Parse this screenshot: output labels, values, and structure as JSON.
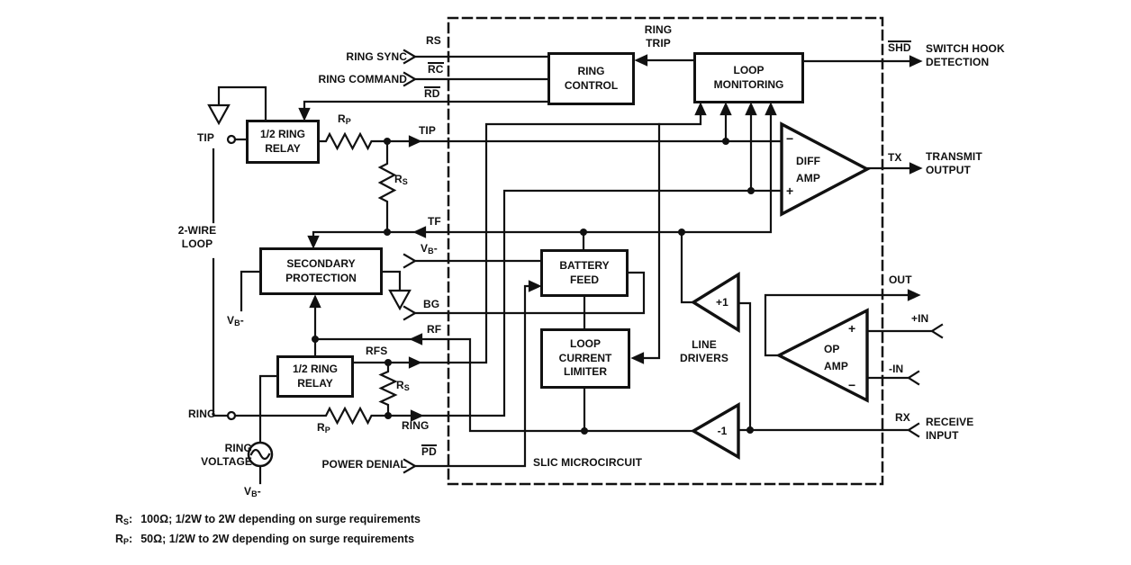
{
  "blocks": {
    "ring_control": "RING\nCONTROL",
    "loop_monitoring": "LOOP\nMONITORING",
    "ring_relay_top": "1/2 RING\nRELAY",
    "secondary_protection": "SECONDARY\nPROTECTION",
    "ring_relay_bottom": "1/2 RING\nRELAY",
    "battery_feed": "BATTERY\nFEED",
    "loop_current_limiter": "LOOP\nCURRENT\nLIMITER",
    "line_drivers": "LINE\nDRIVERS",
    "slic_label": "SLIC MICROCIRCUIT"
  },
  "amps": {
    "diff_amp": "DIFF\nAMP",
    "op_amp": "OP\nAMP",
    "plus_one": "+1",
    "minus_one": "-1",
    "plus": "+",
    "minus": "−"
  },
  "terminals": {
    "ring_sync": "RING SYNC",
    "ring_command": "RING COMMAND",
    "ring_trip": "RING\nTRIP",
    "switch_hook_detection": "SWITCH HOOK\nDETECTION",
    "transmit_output": "TRANSMIT\nOUTPUT",
    "receive_input": "RECEIVE\nINPUT",
    "power_denial": "POWER DENIAL",
    "ring_voltage": "RING\nVOLTAGE",
    "two_wire_loop": "2-WIRE\nLOOP",
    "tip": "TIP",
    "ring": "RING"
  },
  "pins": {
    "rs": "RS",
    "rc": "RC",
    "rd": "RD",
    "shd": "SHD",
    "tx": "TX",
    "tip": "TIP",
    "tf": "TF",
    "bg": "BG",
    "rf": "RF",
    "rfs": "RFS",
    "ring": "RING",
    "pd": "PD",
    "out": "OUT",
    "plus_in": "+IN",
    "minus_in": "-IN",
    "rx": "RX"
  },
  "sym": {
    "r": "R",
    "s": "S",
    "p": "P",
    "v": "V",
    "b": "B",
    "minus": "-",
    "colon": ":"
  },
  "notes": {
    "rs": "100Ω; 1/2W to 2W depending on surge requirements",
    "rp": "50Ω; 1/2W to 2W depending on surge requirements"
  },
  "colors": {
    "ink": "#111111",
    "background": "#ffffff"
  }
}
